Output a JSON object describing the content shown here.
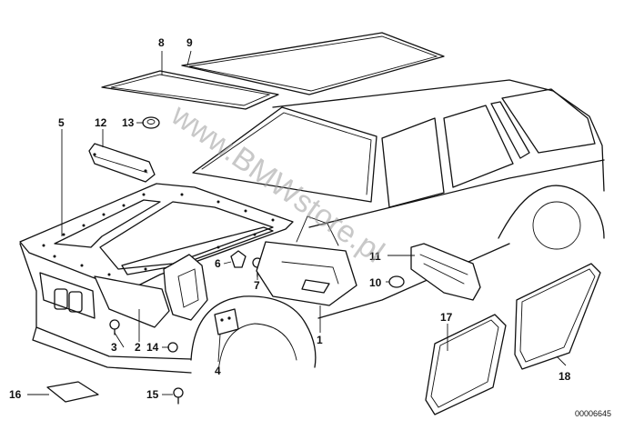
{
  "diagram": {
    "watermark": "www.BMWstore.pl",
    "drawing_code": "00006645",
    "callouts": [
      {
        "id": "c1",
        "label": "1"
      },
      {
        "id": "c2",
        "label": "2"
      },
      {
        "id": "c3",
        "label": "3"
      },
      {
        "id": "c4",
        "label": "4"
      },
      {
        "id": "c5",
        "label": "5"
      },
      {
        "id": "c6",
        "label": "6"
      },
      {
        "id": "c7",
        "label": "7"
      },
      {
        "id": "c8",
        "label": "8"
      },
      {
        "id": "c9",
        "label": "9"
      },
      {
        "id": "c10",
        "label": "10"
      },
      {
        "id": "c11",
        "label": "11"
      },
      {
        "id": "c12",
        "label": "12"
      },
      {
        "id": "c13",
        "label": "13"
      },
      {
        "id": "c14",
        "label": "14"
      },
      {
        "id": "c15",
        "label": "15"
      },
      {
        "id": "c16",
        "label": "16"
      },
      {
        "id": "c17",
        "label": "17"
      },
      {
        "id": "c18",
        "label": "18"
      }
    ]
  }
}
